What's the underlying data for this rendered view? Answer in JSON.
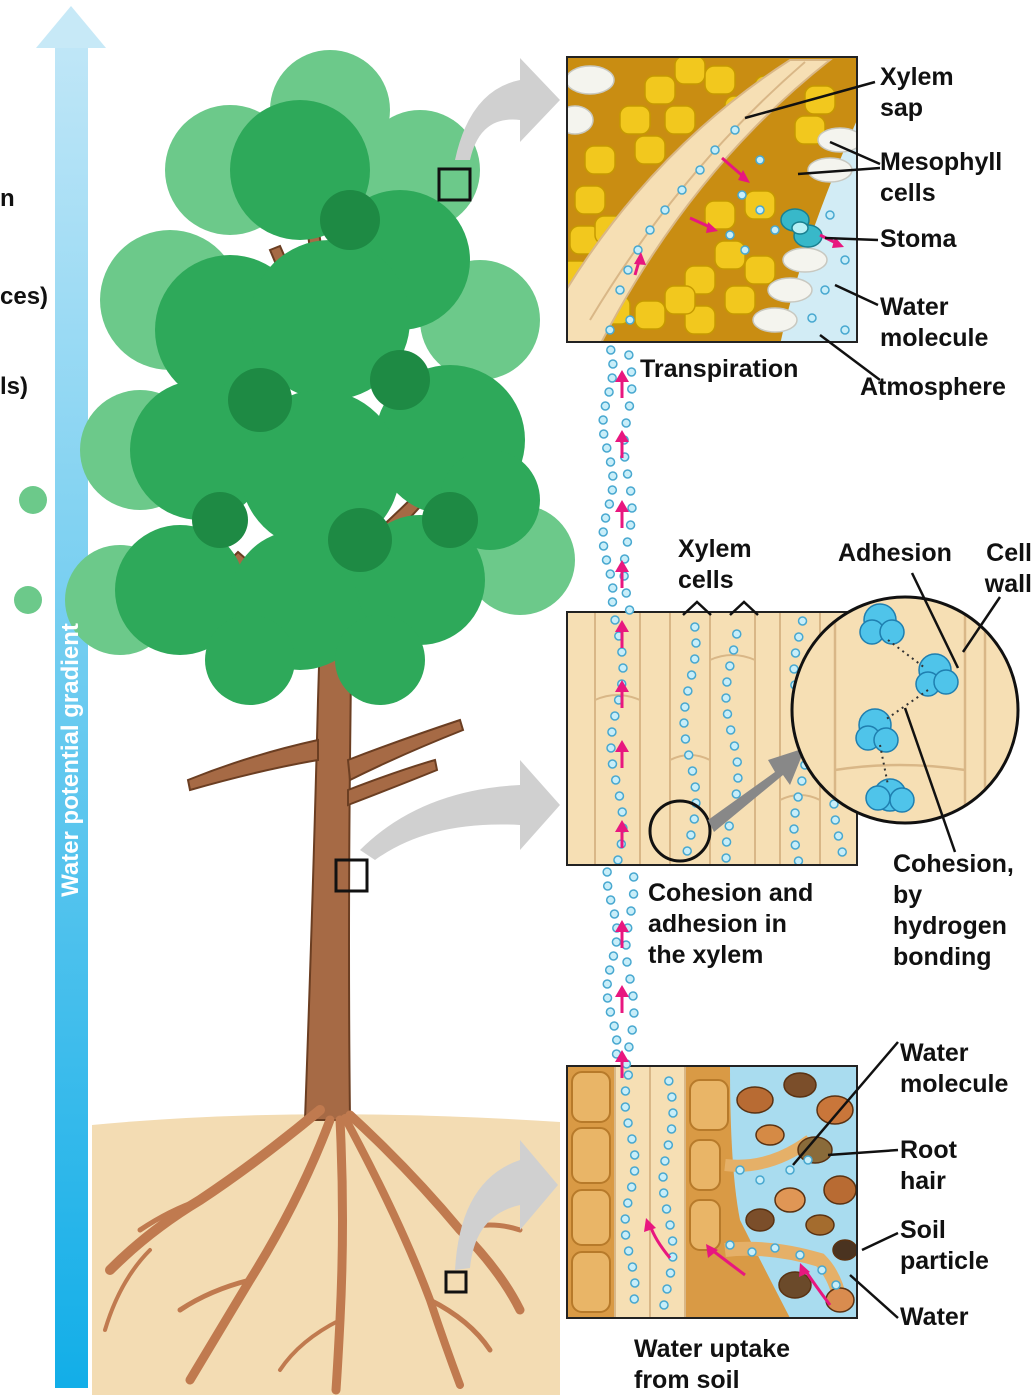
{
  "gradient": {
    "label": "Water potential gradient",
    "top_color": "#bfe6f7",
    "bottom_color": "#12aee8"
  },
  "cropped_left": [
    "n",
    "ces)",
    "ls)"
  ],
  "leaf_inset": {
    "labels": {
      "xylem_sap": "Xylem\nsap",
      "mesophyll": "Mesophyll\ncells",
      "stoma": "Stoma",
      "water_molecule": "Water\nmolecule",
      "atmosphere": "Atmosphere"
    },
    "caption": "Transpiration"
  },
  "stem_inset": {
    "labels": {
      "xylem_cells": "Xylem\ncells",
      "adhesion": "Adhesion",
      "cell_wall": "Cell\nwall",
      "cohesion": "Cohesion,\nby\nhydrogen\nbonding"
    },
    "caption": "Cohesion and\nadhesion in\nthe xylem"
  },
  "root_inset": {
    "labels": {
      "water_molecule": "Water\nmolecule",
      "root_hair": "Root\nhair",
      "soil_particle": "Soil\nparticle",
      "water": "Water"
    },
    "caption": "Water uptake\nfrom soil"
  },
  "colors": {
    "water": "#7fd3f0",
    "arrow": "#e8177f",
    "leaf_dark": "#1e9c4a",
    "leaf_light": "#6cc98a",
    "trunk": "#a66a45",
    "soil": "#f3dcb3",
    "mesophyll": "#f2c81e",
    "xylem_tissue": "#f6dfb4"
  }
}
